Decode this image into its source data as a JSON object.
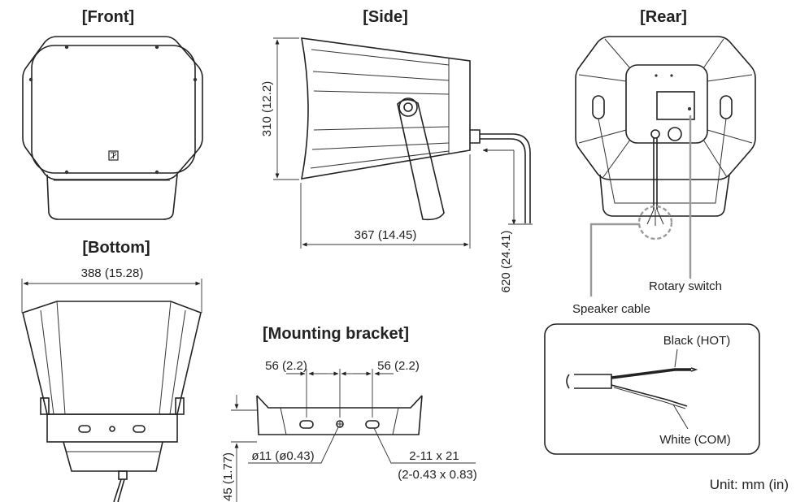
{
  "views": {
    "front": "[Front]",
    "side": "[Side]",
    "rear": "[Rear]",
    "bottom": "[Bottom]",
    "bracket": "[Mounting bracket]"
  },
  "dimensions": {
    "side_height": "310 (12.2)",
    "side_depth": "367 (14.45)",
    "cable_length": "620 (24.41)",
    "bottom_width": "388 (15.28)",
    "bracket_left": "56 (2.2)",
    "bracket_right": "56 (2.2)",
    "bracket_hole": "ø11 (ø0.43)",
    "bracket_slot_mm": "2-11 x 21",
    "bracket_slot_in": "(2-0.43 x 0.83)",
    "bracket_height": "45 (1.77)"
  },
  "callouts": {
    "rotary_switch": "Rotary switch",
    "speaker_cable": "Speaker cable",
    "black_wire": "Black (HOT)",
    "white_wire": "White (COM)"
  },
  "unit": "Unit: mm (in)"
}
